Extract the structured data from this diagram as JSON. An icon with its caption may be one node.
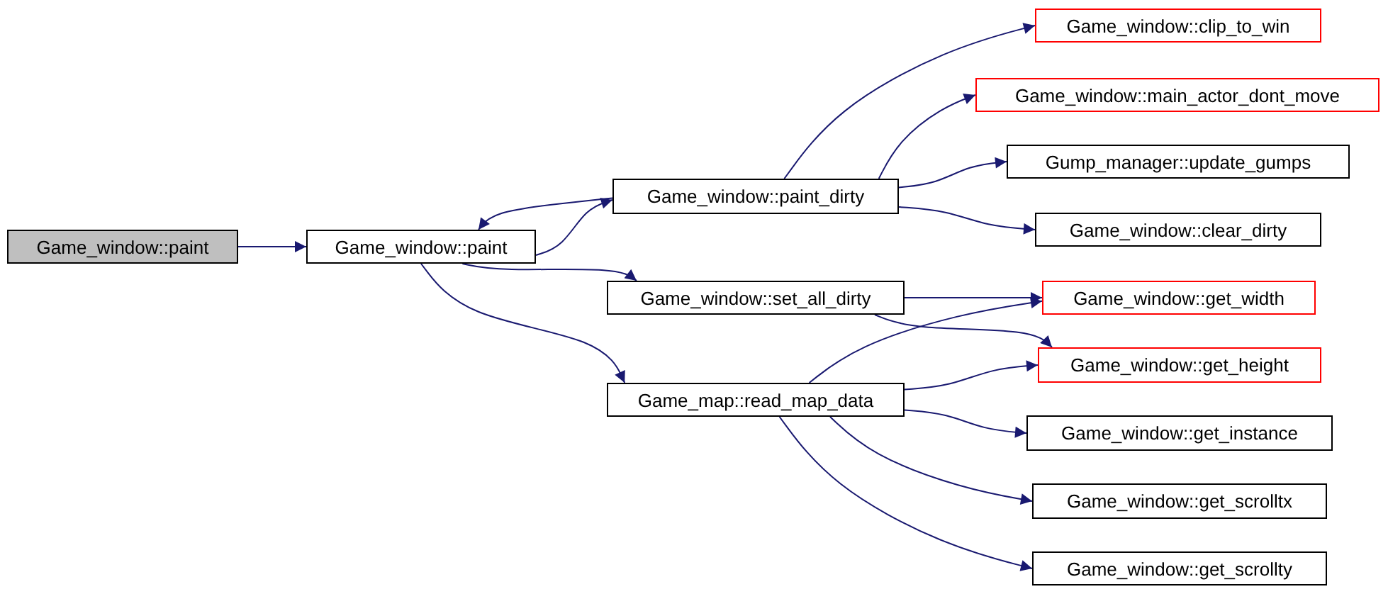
{
  "diagram": {
    "nodes": [
      {
        "text": [
          "Game_window::paint"
        ]
      },
      {
        "text": [
          "Game_window::paint"
        ]
      },
      {
        "text": [
          "Game_window::paint_dirty"
        ]
      },
      {
        "text": [
          "Game_window::set_all_dirty"
        ]
      },
      {
        "text": [
          "Game_map::read_map_data"
        ]
      },
      {
        "text": [
          "Game_window::clip_to_win"
        ]
      },
      {
        "text": [
          "Game_window::main_actor_dont_move"
        ]
      },
      {
        "text": [
          "Gump_manager::update_gumps"
        ]
      },
      {
        "text": [
          "Game_window::clear_dirty"
        ]
      },
      {
        "text": [
          "Game_window::get_width"
        ]
      },
      {
        "text": [
          "Game_window::get_height"
        ]
      },
      {
        "text": [
          "Game_window::get_instance"
        ]
      },
      {
        "text": [
          "Game_window::get_scrolltx"
        ]
      },
      {
        "text": [
          "Game_window::get_scrollty"
        ]
      }
    ],
    "edges": [
      {
        "from": 0,
        "to": 1,
        "arrow": "to"
      },
      {
        "from": 1,
        "to": 2,
        "arrow": "to"
      },
      {
        "from": 2,
        "to": 1,
        "arrow": "to"
      },
      {
        "from": 1,
        "to": 3,
        "arrow": "to"
      },
      {
        "from": 1,
        "to": 4,
        "arrow": "to"
      },
      {
        "from": 2,
        "to": 5,
        "arrow": "to"
      },
      {
        "from": 2,
        "to": 6,
        "arrow": "to"
      },
      {
        "from": 2,
        "to": 7,
        "arrow": "to"
      },
      {
        "from": 2,
        "to": 8,
        "arrow": "to"
      },
      {
        "from": 3,
        "to": 9,
        "arrow": "to"
      },
      {
        "from": 3,
        "to": 10,
        "arrow": "to"
      },
      {
        "from": 4,
        "to": 9,
        "arrow": "to"
      },
      {
        "from": 4,
        "to": 10,
        "arrow": "to"
      },
      {
        "from": 4,
        "to": 11,
        "arrow": "to"
      },
      {
        "from": 4,
        "to": 12,
        "arrow": "to"
      },
      {
        "from": 4,
        "to": 13,
        "arrow": "to"
      }
    ]
  }
}
